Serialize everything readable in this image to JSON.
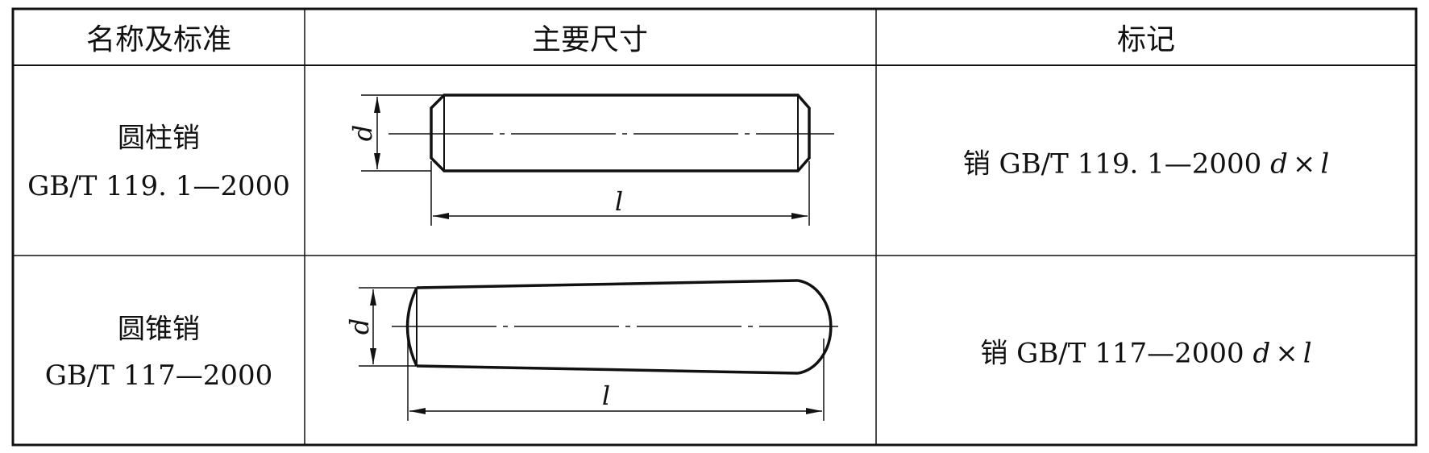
{
  "table": {
    "headers": [
      "名称及标准",
      "主要尺寸",
      "标记"
    ],
    "rows": [
      {
        "name": "圆柱销",
        "standard": "GB/T 119. 1—2000",
        "dim_d": "d",
        "dim_l": "l",
        "mark_prefix": "销 GB/T 119. 1—2000",
        "mark_d": "d",
        "mark_times": "×",
        "mark_l": "l"
      },
      {
        "name": "圆锥销",
        "standard": "GB/T 117—2000",
        "dim_d": "d",
        "dim_l": "l",
        "mark_prefix": "销 GB/T 117—2000",
        "mark_d": "d",
        "mark_times": "×",
        "mark_l": "l"
      }
    ]
  }
}
